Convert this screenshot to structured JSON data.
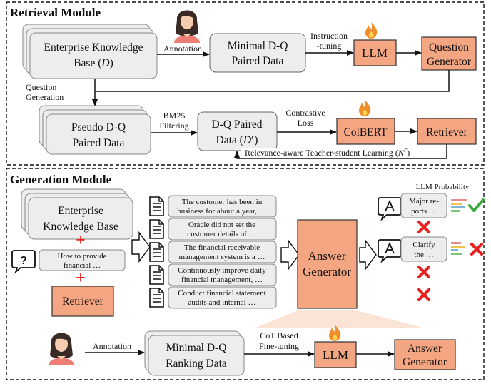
{
  "colors": {
    "accent_box": "#F4A582",
    "accent_box_stroke": "#333333",
    "gray_box": "#EDEDED",
    "fire": "#F28C28",
    "cross": "#E8201E",
    "check": "#3DAA3D"
  },
  "retrieval": {
    "title": "Retrieval Module",
    "kb_line1": "Enterprise Knowledge",
    "kb_line2": "Base (",
    "kb_var": "D",
    "kb_close": ")",
    "annotation_label": "Annotation",
    "minimal_dq_line1": "Minimal D-Q",
    "minimal_dq_line2": "Paired Data",
    "instruction_line1": "Instruction",
    "instruction_line2": "-tuning",
    "llm_label": "LLM",
    "qgen_line1": "Question",
    "qgen_line2": "Generator",
    "question_gen_line1": "Question",
    "question_gen_line2": "Generation",
    "pseudo_line1": "Pseudo D-Q",
    "pseudo_line2": "Paired Data",
    "bm25_line1": "BM25",
    "bm25_line2": "Filtering",
    "dq_paired_line1": "D-Q Paired",
    "dq_paired_line2": "Data (",
    "dq_var": "D",
    "dq_sup": "r",
    "contrastive_line1": "Contrastive",
    "contrastive_line2": "Loss",
    "colbert_label": "ColBERT",
    "retriever_label": "Retriever",
    "relevance_text": "Relevance-aware Teacher-student Learning (",
    "relevance_var": "N",
    "relevance_sup": "r"
  },
  "generation": {
    "title": "Generation Module",
    "kb_line1": "Enterprise",
    "kb_line2": "Knowledge Base",
    "query_line1": "How to provide",
    "query_line2": "financial …",
    "retriever_label": "Retriever",
    "documents": [
      {
        "line1": "The customer has been in",
        "line2": "business for about a year, …"
      },
      {
        "line1": "Oracle did not set the",
        "line2": "customer details of  …"
      },
      {
        "line1": "The financial receivable",
        "line2": "management system is a …"
      },
      {
        "line1": "Continuously improve daily",
        "line2": "financial management, …"
      },
      {
        "line1": "Conduct financial statement",
        "line2": "audits and internal …"
      }
    ],
    "answer_gen_line1": "Answer",
    "answer_gen_line2": "Generator",
    "llm_probability": "LLM Probability",
    "answer1_line1": "Major re-",
    "answer1_line2": "ports …",
    "answer2_line1": "Clarify",
    "answer2_line2": "the …",
    "annotation_label": "Annotation",
    "minimal_rank_line1": "Minimal D-Q",
    "minimal_rank_line2": "Ranking Data",
    "cot_line1": "CoT Based",
    "cot_line2": "Fine-tuning",
    "llm_label": "LLM",
    "answer_gen2_line1": "Answer",
    "answer_gen2_line2": "Generator",
    "plus_sign": "+"
  },
  "icons": [
    "person-icon",
    "fire-icon",
    "document-icon",
    "question-bubble-icon",
    "answer-bubble-icon",
    "probability-bars-icon",
    "check-icon",
    "cross-icon"
  ]
}
